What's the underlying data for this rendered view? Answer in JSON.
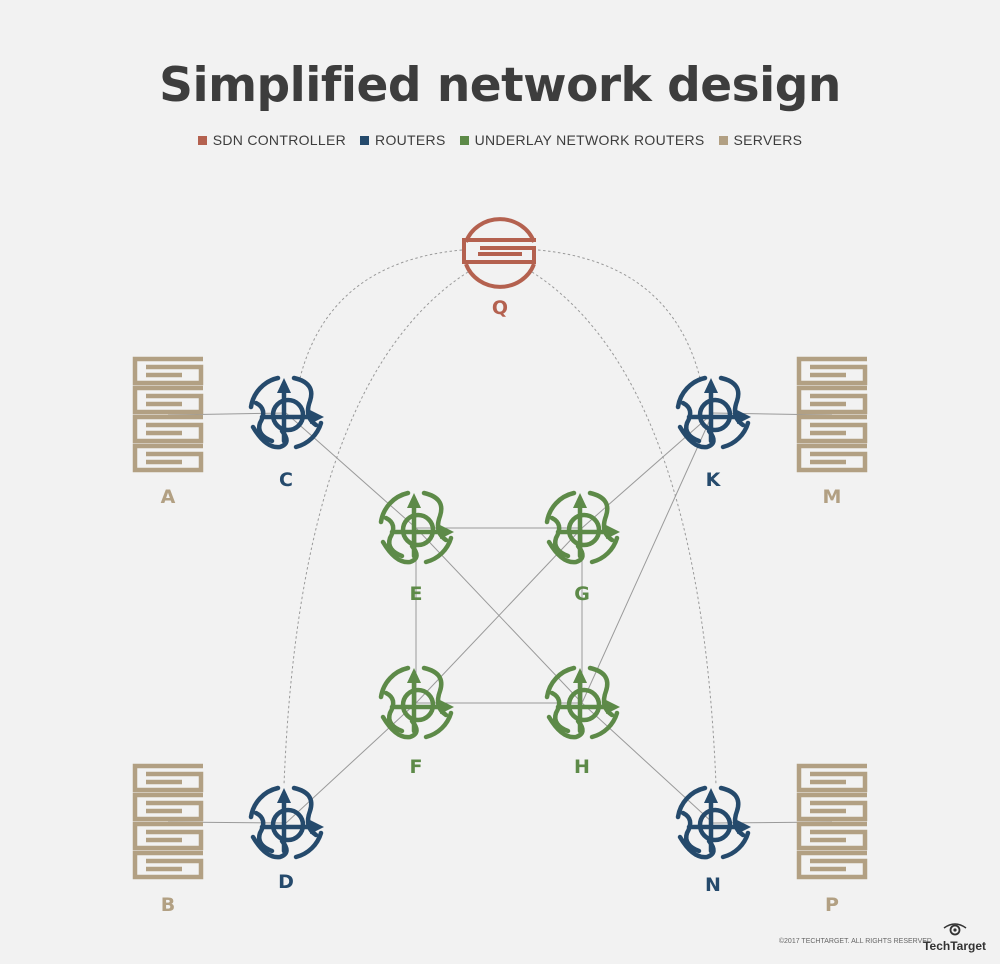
{
  "title": "Simplified network design",
  "legend": [
    {
      "label": "SDN CONTROLLER",
      "color": "#b4614f"
    },
    {
      "label": "ROUTERS",
      "color": "#254a6c"
    },
    {
      "label": "UNDERLAY NETWORK ROUTERS",
      "color": "#5d8a48"
    },
    {
      "label": "SERVERS",
      "color": "#b2a083"
    }
  ],
  "nodes": [
    {
      "id": "Q",
      "label": "Q",
      "type": "controller",
      "icon": "sdn-controller-icon"
    },
    {
      "id": "A",
      "label": "A",
      "type": "server",
      "icon": "server-icon"
    },
    {
      "id": "B",
      "label": "B",
      "type": "server",
      "icon": "server-icon"
    },
    {
      "id": "M",
      "label": "M",
      "type": "server",
      "icon": "server-icon"
    },
    {
      "id": "P",
      "label": "P",
      "type": "server",
      "icon": "server-icon"
    },
    {
      "id": "C",
      "label": "C",
      "type": "router",
      "icon": "router-icon"
    },
    {
      "id": "D",
      "label": "D",
      "type": "router",
      "icon": "router-icon"
    },
    {
      "id": "K",
      "label": "K",
      "type": "router",
      "icon": "router-icon"
    },
    {
      "id": "N",
      "label": "N",
      "type": "router",
      "icon": "router-icon"
    },
    {
      "id": "E",
      "label": "E",
      "type": "underlay",
      "icon": "router-icon"
    },
    {
      "id": "G",
      "label": "G",
      "type": "underlay",
      "icon": "router-icon"
    },
    {
      "id": "F",
      "label": "F",
      "type": "underlay",
      "icon": "router-icon"
    },
    {
      "id": "H",
      "label": "H",
      "type": "underlay",
      "icon": "router-icon"
    }
  ],
  "links": [
    [
      "A",
      "C"
    ],
    [
      "C",
      "E"
    ],
    [
      "E",
      "G"
    ],
    [
      "E",
      "H"
    ],
    [
      "E",
      "F"
    ],
    [
      "G",
      "F"
    ],
    [
      "G",
      "K"
    ],
    [
      "G",
      "H"
    ],
    [
      "F",
      "H"
    ],
    [
      "F",
      "D"
    ],
    [
      "H",
      "K"
    ],
    [
      "H",
      "N"
    ],
    [
      "K",
      "M"
    ],
    [
      "D",
      "B"
    ],
    [
      "N",
      "P"
    ]
  ],
  "control_links": [
    [
      "Q",
      "C"
    ],
    [
      "Q",
      "D"
    ],
    [
      "Q",
      "K"
    ],
    [
      "Q",
      "N"
    ]
  ],
  "footer": {
    "copyright": "©2017 TECHTARGET. ALL RIGHTS RESERVED",
    "logo": "TechTarget"
  }
}
